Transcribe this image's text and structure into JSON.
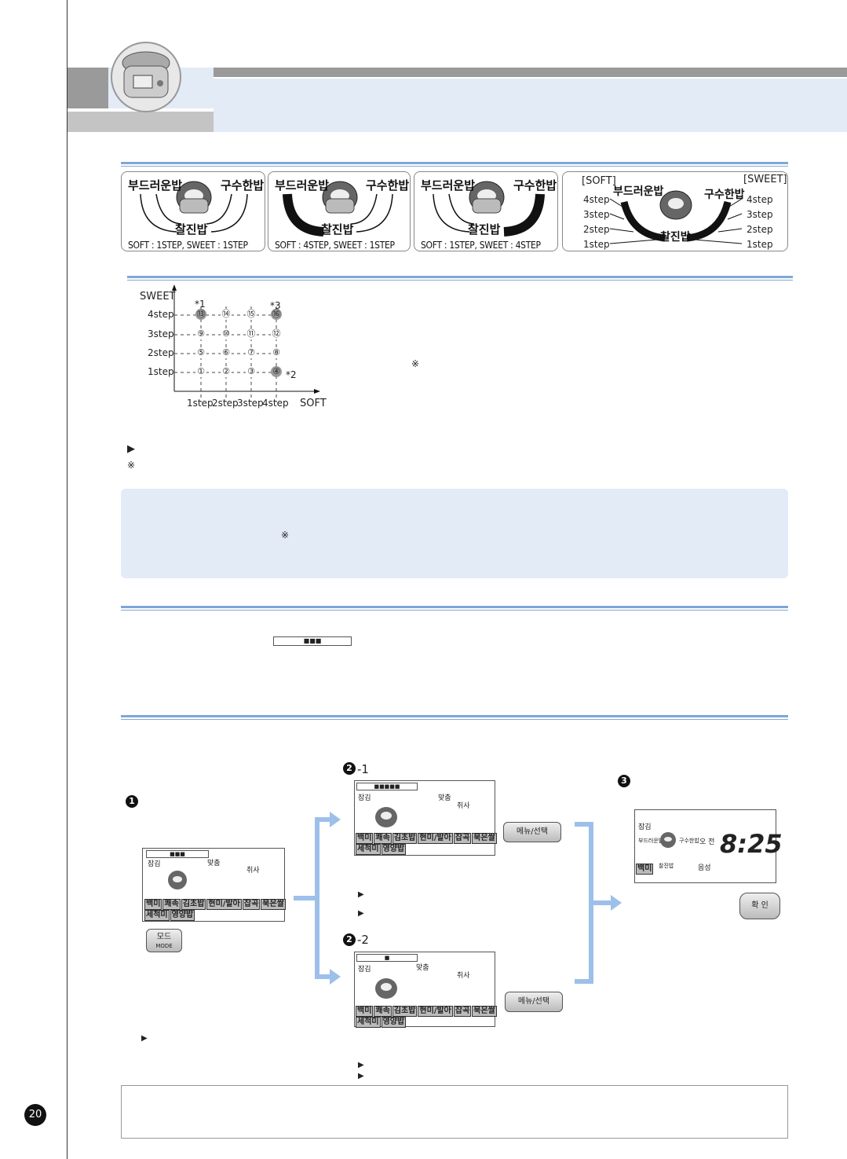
{
  "page_number": "20",
  "colors": {
    "accent": "#7fa7d6",
    "panel_bg": "#e3ebf7",
    "arrow": "#9dc0ea"
  },
  "texture_panels": [
    {
      "left": "부드러운밥",
      "right": "구수한밥",
      "bottom": "찰진밥",
      "caption": "SOFT : 1STEP, SWEET : 1STEP"
    },
    {
      "left": "부드러운밥",
      "right": "구수한밥",
      "bottom": "찰진밥",
      "caption": "SOFT : 4STEP, SWEET : 1STEP"
    },
    {
      "left": "부드러운밥",
      "right": "구수한밥",
      "bottom": "찰진밥",
      "caption": "SOFT : 1STEP, SWEET : 4STEP"
    }
  ],
  "panel4": {
    "soft_label": "[SOFT]",
    "sweet_label": "[SWEET]",
    "left": "부드러운밥",
    "right": "구수한밥",
    "bottom": "찰진밥",
    "steps": [
      "4step",
      "3step",
      "2step",
      "1step"
    ]
  },
  "grid": {
    "y_title": "SWEET",
    "x_title": "SOFT",
    "y_labels": [
      "4step",
      "3step",
      "2step",
      "1step"
    ],
    "x_labels": [
      "1step",
      "2step",
      "3step",
      "4step"
    ],
    "rows": [
      [
        "⑬",
        "⑭",
        "⑮",
        "⑯"
      ],
      [
        "⑨",
        "⑩",
        "⑪",
        "⑫"
      ],
      [
        "⑤",
        "⑥",
        "⑦",
        "⑧"
      ],
      [
        "①",
        "②",
        "③",
        "④"
      ]
    ],
    "star1": "*1",
    "star2": "*2",
    "star3": "*3",
    "refmark": "※"
  },
  "bullets": {
    "tri": "▶",
    "refmark": "※"
  },
  "info_refmark": "※",
  "steps": {
    "s1": "1",
    "s2_1": "2-1",
    "s2_2": "2-2",
    "s3": "3"
  },
  "lcd": {
    "lock": "잠김",
    "match": "맞춤",
    "cancel": "취사",
    "menu_row1": [
      "백미",
      "쾌속",
      "김초밥",
      "현미/발아",
      "잡곡",
      "묵은쌀"
    ],
    "menu_row2": [
      "세척미",
      "영양밥"
    ],
    "time": "8:25",
    "ampm": "오 전",
    "voice": "음성",
    "left": "부드러운밥",
    "right": "구수한밥",
    "bottom": "찰진밥",
    "menu_sel": "백미"
  },
  "buttons": {
    "mode": "모드",
    "mode_en": "MODE",
    "menu": "메뉴/선택",
    "confirm": "확 인"
  }
}
